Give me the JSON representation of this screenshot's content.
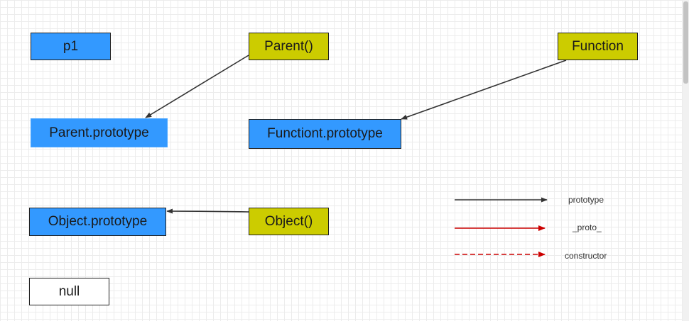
{
  "nodes": {
    "p1": "p1",
    "parent": "Parent()",
    "function": "Function",
    "parent_prototype": "Parent.prototype",
    "function_prototype": "Functiont.prototype",
    "object_prototype": "Object.prototype",
    "object": "Object()",
    "null": "null"
  },
  "legend": {
    "prototype": "prototype",
    "proto": "_proto_",
    "constructor": "constructor"
  },
  "colors": {
    "constructor_node": "#cccc00",
    "object_node": "#3399ff",
    "null_node": "#ffffff",
    "prototype_arrow": "#333333",
    "proto_arrow": "#cc0000",
    "constructor_arrow": "#cc0000"
  },
  "edges": [
    {
      "from": "Parent()",
      "to": "Parent.prototype",
      "type": "prototype"
    },
    {
      "from": "Function",
      "to": "Functiont.prototype",
      "type": "prototype"
    },
    {
      "from": "Object()",
      "to": "Object.prototype",
      "type": "prototype"
    }
  ]
}
